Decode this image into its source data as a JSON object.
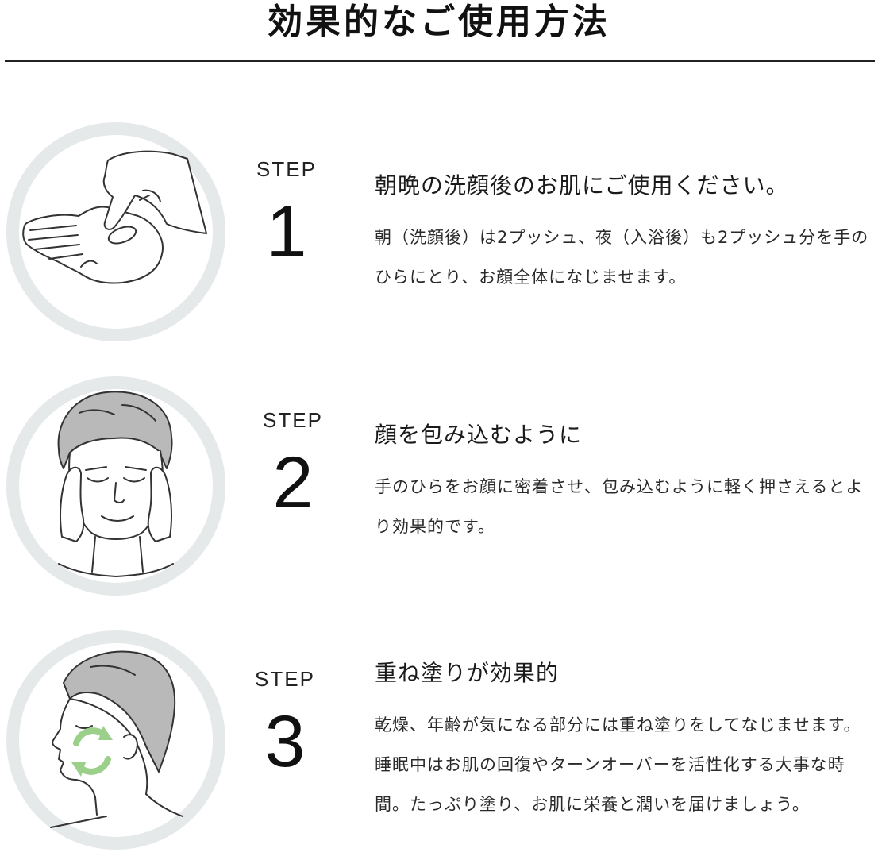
{
  "page": {
    "title": "効果的なご使用方法"
  },
  "colors": {
    "ring": "#e5e9e9",
    "line": "#333333",
    "hair": "#b9b9b9",
    "accent_green": "#9bd08a"
  },
  "steps": [
    {
      "label": "STEP",
      "number": "1",
      "heading": "朝晩の洗顔後のお肌にご使用ください。",
      "body": "朝（洗顔後）は2プッシュ、夜（入浴後）も2プッシュ分を手のひらにとり、お顔全体になじませます。",
      "icon": "palm-pump-icon"
    },
    {
      "label": "STEP",
      "number": "2",
      "heading": "顔を包み込むように",
      "body": "手のひらをお顔に密着させ、包み込むように軽く押さえるとより効果的です。",
      "icon": "face-hands-icon"
    },
    {
      "label": "STEP",
      "number": "3",
      "heading": "重ね塗りが効果的",
      "body": "乾燥、年齢が気になる部分には重ね塗りをしてなじませます。睡眠中はお肌の回復やターンオーバーを活性化する大事な時間。たっぷり塗り、お肌に栄養と潤いを届けましょう。",
      "icon": "face-profile-icon"
    }
  ]
}
